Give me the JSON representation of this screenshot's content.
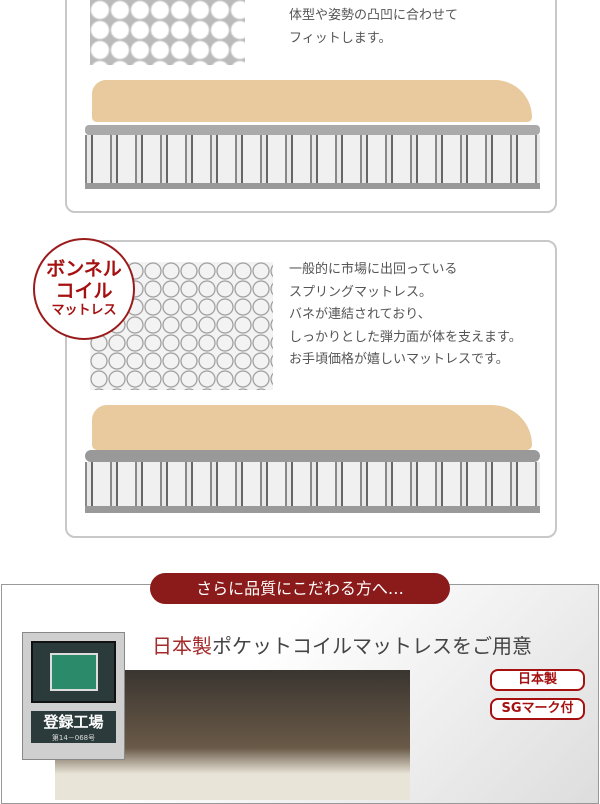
{
  "pocket": {
    "lines": [
      "体型や姿勢の凸凹に合わせて",
      "フィットします。"
    ]
  },
  "bonnell": {
    "badge": [
      "ボンネル",
      "コイル",
      "マットレス"
    ],
    "lines": [
      "一般的に市場に出回っている",
      "スプリングマットレス。",
      "バネが連結されており、",
      "しっかりとした弾力面が体を支えます。",
      "お手頃価格が嬉しいマットレスです。"
    ]
  },
  "premium": {
    "banner": "さらに品質にこだわる方へ…",
    "heading_accent": "日本製",
    "heading_rest": "ポケットコイルマットレスをご用意",
    "tags": [
      "日本製",
      "SGマーク付"
    ],
    "factory_badge": {
      "title": "登録工場",
      "number": "第14－068号"
    }
  },
  "colors": {
    "accent": "#8b1a1a",
    "body": "#e9c99e"
  }
}
